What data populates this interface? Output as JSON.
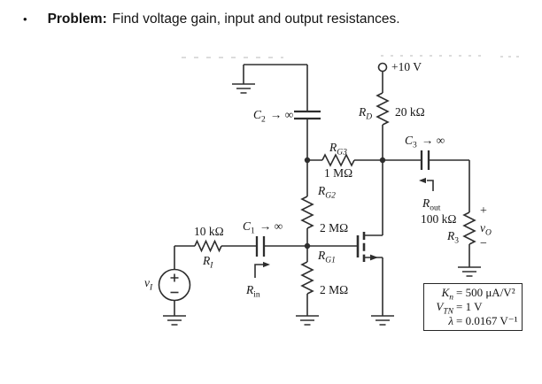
{
  "colors": {
    "ink": "#2e2e2e",
    "text": "#141414",
    "faint": "#c8c8c8",
    "background": "#ffffff"
  },
  "header": {
    "bullet": "•",
    "title": "Problem:",
    "text": "Find voltage gain, input and output resistances."
  },
  "circuit": {
    "supply_label": "+10 V",
    "components": {
      "rd": {
        "base": "R",
        "sub": "D",
        "value": "20 kΩ"
      },
      "rg3": {
        "base": "R",
        "sub": "G3",
        "value": "1 MΩ"
      },
      "rg2": {
        "base": "R",
        "sub": "G2",
        "value": "2 MΩ"
      },
      "rg1": {
        "base": "R",
        "sub": "G1",
        "value": "2 MΩ"
      },
      "ri": {
        "base": "R",
        "sub": "I",
        "value": "10 kΩ"
      },
      "r3": {
        "base": "R",
        "sub": "3",
        "value": "100 kΩ"
      },
      "c1": {
        "base": "C",
        "sub": "1",
        "tail": "→ ∞"
      },
      "c2": {
        "base": "C",
        "sub": "2",
        "tail": "→ ∞"
      },
      "c3": {
        "base": "C",
        "sub": "3",
        "tail": "→ ∞"
      },
      "vi": {
        "base": "v",
        "sub": "I"
      },
      "vo": {
        "base": "v",
        "sub": "O",
        "plus": "+",
        "minus": "−"
      },
      "rin": {
        "base": "R",
        "sub": "in"
      },
      "rout": {
        "base": "R",
        "sub": "out"
      }
    },
    "device_params": {
      "rows": [
        {
          "base": "K",
          "sub": "n",
          "value": "= 500 μA/V²"
        },
        {
          "base": "V",
          "sub": "TN",
          "value": "= 1 V"
        },
        {
          "base": "λ",
          "sub": "",
          "value": "= 0.0167 V⁻¹"
        }
      ]
    }
  }
}
